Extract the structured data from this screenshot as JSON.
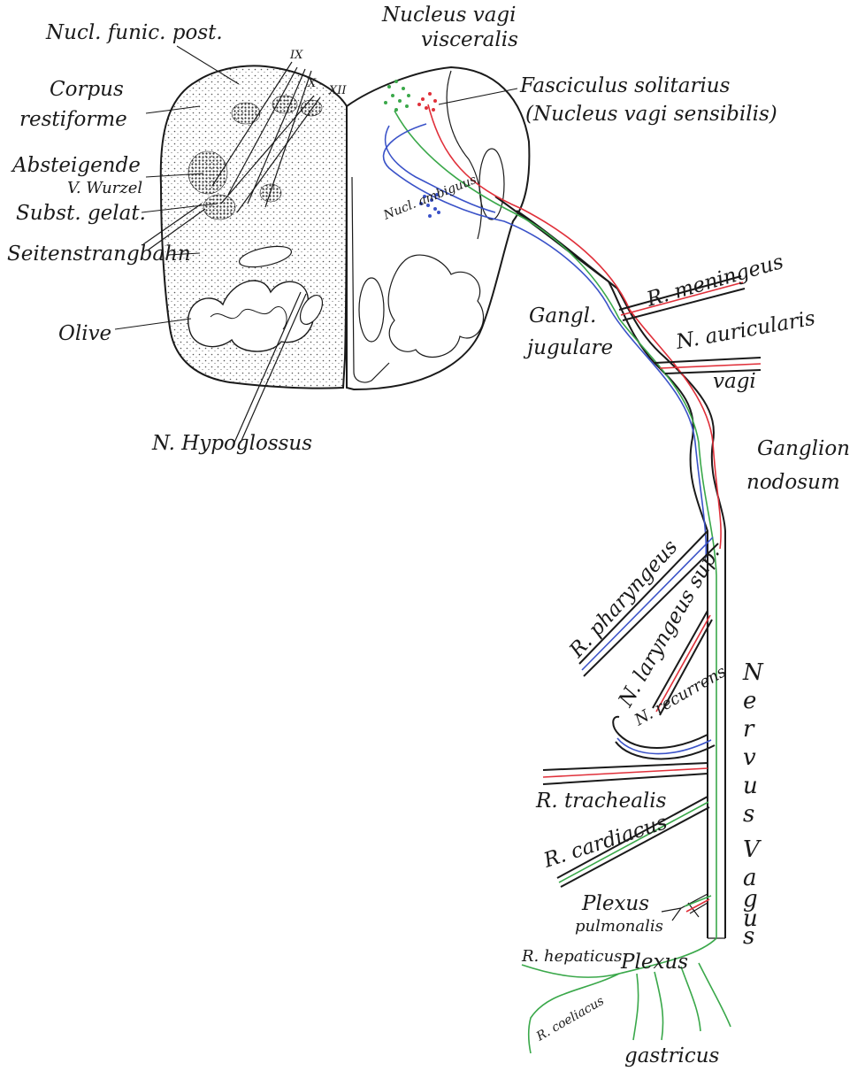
{
  "colors": {
    "ink": "#1a1a1a",
    "motor_blue": "#3a52c8",
    "sensory_red": "#e0303a",
    "visceral_green": "#3aa84a",
    "background": "#ffffff"
  },
  "labels": {
    "nucl_funic_post": "Nucl. funic. post.",
    "corpus_l1": "Corpus",
    "corpus_l2": "restiforme",
    "absteigende_l1": "Absteigende",
    "absteigende_l2": "V. Wurzel",
    "subst_gelat": "Subst. gelat.",
    "seitenstrangbahn": "Seitenstrangbahn",
    "olive": "Olive",
    "n_hypoglossus": "N. Hypoglossus",
    "roman_ix": "IX",
    "roman_x": "X",
    "roman_xii": "XII",
    "nucleus_vagi_l1": "Nucleus vagi",
    "nucleus_vagi_l2": "visceralis",
    "fasciculus_l1": "Fasciculus solitarius",
    "fasciculus_l2": "(Nucleus vagi sensibilis)",
    "nucl_ambiguus": "Nucl. ambiguus",
    "r_meningeus": "R. meningeus",
    "gangl_jugulare_l1": "Gangl.",
    "gangl_jugulare_l2": "jugulare",
    "n_auricularis_l1": "N. auricularis",
    "n_auricularis_l2": "vagi",
    "ganglion_nodosum_l1": "Ganglion",
    "ganglion_nodosum_l2": "nodosum",
    "r_pharyngeus": "R. pharyngeus",
    "n_laryngeus_sup": "N. laryngeus sup.",
    "n_recurrens": "N. recurrens",
    "nervus_vagus": [
      "N",
      "e",
      "r",
      "v",
      "u",
      "s",
      "V",
      "a",
      "g",
      "u",
      "s"
    ],
    "r_trachealis": "R. trachealis",
    "r_cardiacus": "R. cardiacus",
    "plexus_pulmonalis_l1": "Plexus",
    "plexus_pulmonalis_l2": "pulmonalis",
    "r_hepaticus": "R. hepaticus",
    "r_coeliacus": "R. coeliacus",
    "plexus_gastricus_l1": "Plexus",
    "plexus_gastricus_l2": "gastricus"
  }
}
